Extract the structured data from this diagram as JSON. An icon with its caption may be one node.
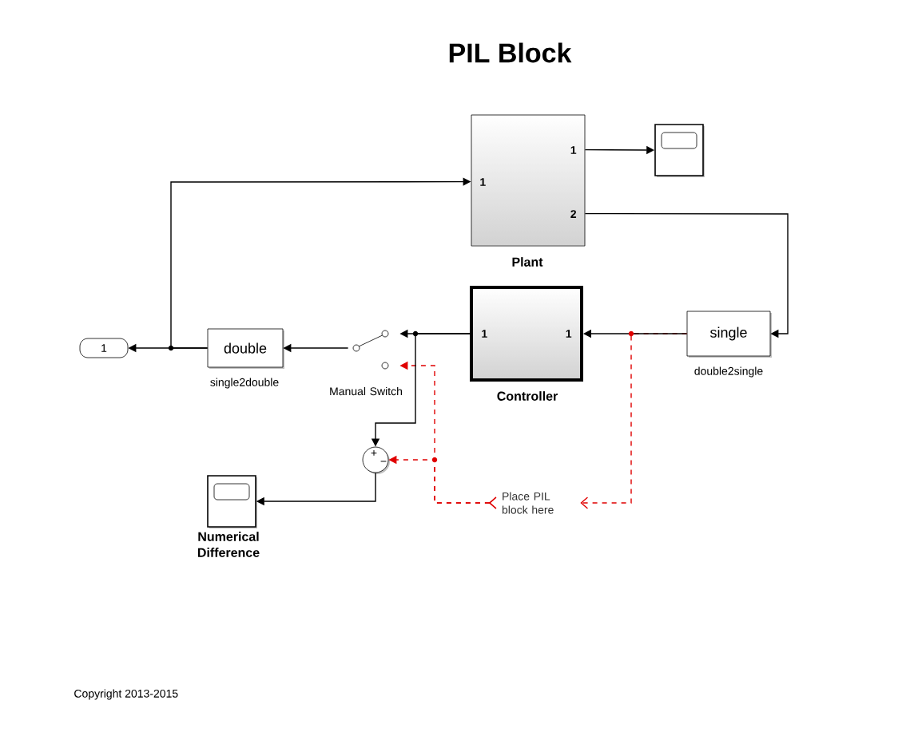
{
  "diagram": {
    "title": "PIL Block",
    "nodes": [
      {
        "text": [
          "1",
          "1",
          "2"
        ],
        "beside": [
          "Plant"
        ]
      },
      {
        "text": [],
        "shape": "box"
      },
      {
        "text": [
          "1",
          "1"
        ],
        "beside": [
          "Controller"
        ]
      },
      {
        "text": [
          "single"
        ],
        "beside": [
          "double2single"
        ]
      },
      {
        "text": [
          "double"
        ],
        "beside": [
          "single2double"
        ]
      },
      {
        "text": [
          "1"
        ]
      },
      {
        "text": [],
        "shape": "switch",
        "beside": [
          "Manual Switch"
        ]
      },
      {
        "text": [
          "+",
          "−"
        ]
      },
      {
        "text": [],
        "shape": "box",
        "beside": [
          "Numerical Difference"
        ]
      },
      {
        "text": [
          "Place PIL block here"
        ]
      }
    ],
    "edges": [
      {
        "from": 0,
        "to": 1,
        "arrow": "to"
      },
      {
        "from": 0,
        "to": 3,
        "arrow": "to"
      },
      {
        "from": 3,
        "to": 2,
        "arrow": "to"
      },
      {
        "from": 2,
        "to": 6,
        "arrow": "to"
      },
      {
        "from": 2,
        "to": 7,
        "arrow": "to"
      },
      {
        "from": 6,
        "to": 4,
        "arrow": "to"
      },
      {
        "from": 4,
        "to": 5,
        "arrow": "to"
      },
      {
        "from": 4,
        "to": 0,
        "arrow": "to"
      },
      {
        "from": 7,
        "to": 8,
        "arrow": "to"
      },
      {
        "from": 3,
        "to": 9,
        "arrow": "to",
        "style": "dashed",
        "color": "#e00000"
      },
      {
        "from": 9,
        "to": 7,
        "arrow": "to",
        "style": "dashed",
        "color": "#e00000"
      },
      {
        "from": 9,
        "to": 6,
        "arrow": "to",
        "style": "dashed",
        "color": "#e00000"
      }
    ],
    "labels": [
      "Copyright 2013-2015"
    ]
  }
}
